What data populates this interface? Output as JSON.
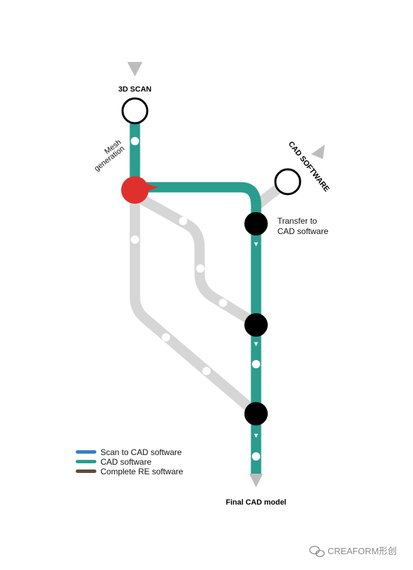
{
  "labels": {
    "start": "3D SCAN",
    "cad_software": "CAD SOFTWARE",
    "mesh_generation_line1": "Mesh",
    "mesh_generation_line2": "generation",
    "transfer_line1": "Transfer to",
    "transfer_line2": "CAD software",
    "final": "Final CAD model"
  },
  "legend": [
    {
      "label": "Scan to CAD software",
      "color": "#3b7fbf"
    },
    {
      "label": "CAD software",
      "color": "#2a9d8f"
    },
    {
      "label": "Complete RE software",
      "color": "#5e4b3c"
    }
  ],
  "watermark": "CREAFORM形创",
  "colors": {
    "teal": "#2a9d8f",
    "gray": "#d6d6d6",
    "red": "#e0302e",
    "black": "#000000",
    "arrow": "#bdbdbd"
  }
}
